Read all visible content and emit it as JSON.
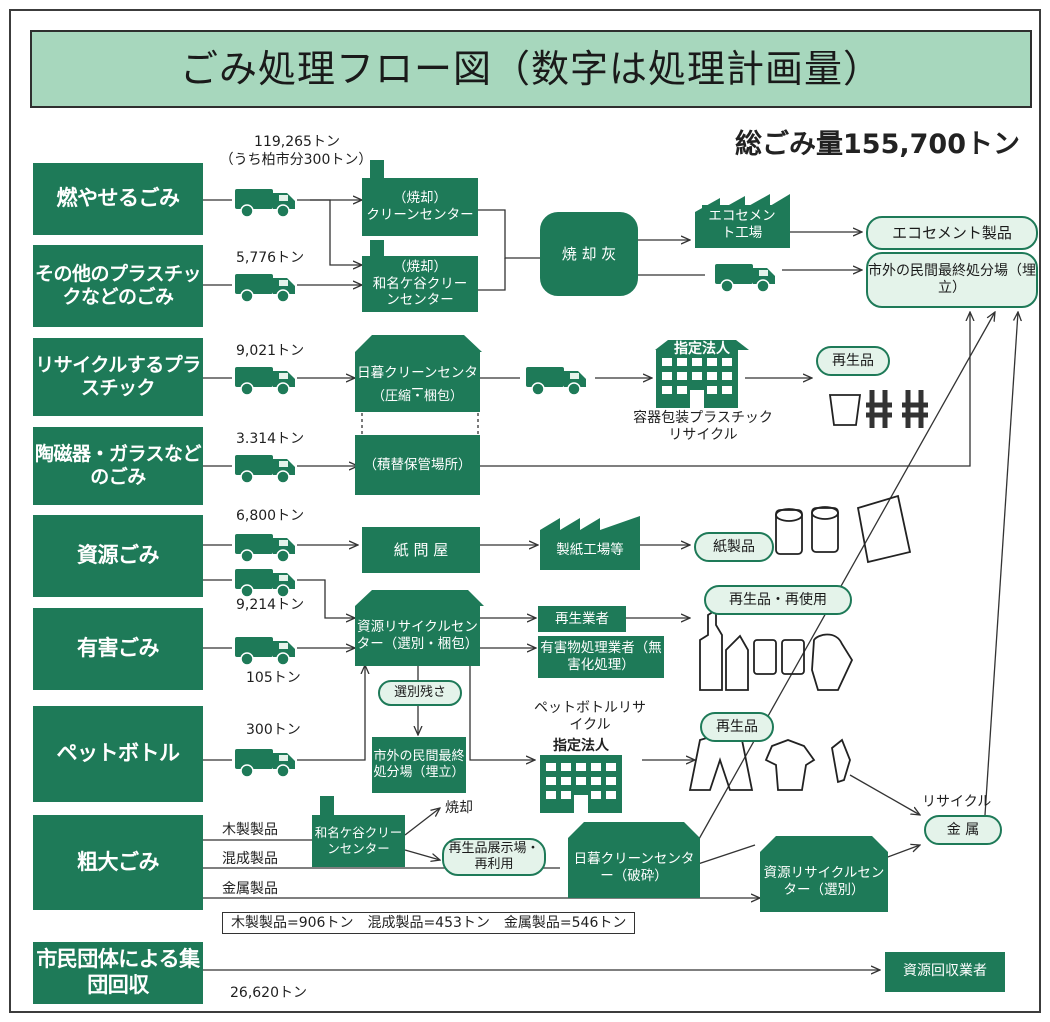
{
  "title": "ごみ処理フロー図（数字は処理計画量）",
  "total": "総ごみ量155,700トン",
  "colors": {
    "green": "#1e7a58",
    "light_green": "#a7d7bd",
    "pale_green": "#e4f3ea"
  },
  "categories": {
    "burnable": "燃やせるごみ",
    "other_plastic": "その他のプラスチックなどのごみ",
    "recycle_plastic": "リサイクルするプラスチック",
    "ceramic": "陶磁器・ガラスなどのごみ",
    "resource": "資源ごみ",
    "hazardous": "有害ごみ",
    "pet": "ペットボトル",
    "bulky": "粗大ごみ",
    "group": "市民団体による集団回収"
  },
  "amounts": {
    "burnable": "119,265トン",
    "burnable_note": "（うち柏市分300トン）",
    "other_plastic": "5,776トン",
    "recycle_plastic": "9,021トン",
    "ceramic": "3.314トン",
    "resource_a": "6,800トン",
    "resource_b": "9,214トン",
    "hazardous": "105トン",
    "pet": "300トン",
    "group": "26,620トン"
  },
  "facilities": {
    "clean_center": "（焼却）クリーンセンター",
    "clean_center_tag": "（焼却）",
    "clean_center_name": "クリーンセンター",
    "wanagaya_tag": "（焼却）",
    "wanagaya_name": "和名ケ谷クリーンセンター",
    "ash": "焼 却 灰",
    "ecocement_plant": "エコセメント工場",
    "higurashi_top": "日暮クリーンセンター",
    "higurashi_bottom": "（圧縮・梱包）",
    "designated_corp": "指定法人",
    "container_recycle": "容器包装プラスチックリサイクル",
    "storage": "（積替保管場所）",
    "paper_dealer": "紙 問 屋",
    "paper_mill": "製紙工場等",
    "resource_center": "資源リサイクルセンター（選別・梱包）",
    "recycler": "再生業者",
    "hazard_processor": "有害物処理業者（無害化処理）",
    "sorting_residue": "選別残さ",
    "landfill_outside": "市外の民間最終処分場（埋立）",
    "pet_recycle": "ペットボトルリサイクル",
    "pet_corp": "指定法人",
    "wanagaya_bulky": "和名ケ谷クリーンセンター",
    "incinerate": "焼却",
    "reuse_hall": "再生品展示場・再利用",
    "higurashi_crush": "日暮クリーンセンター（破砕）",
    "resource_center_sort": "資源リサイクルセンター（選別）",
    "collector": "資源回収業者"
  },
  "products": {
    "ecocement": "エコセメント製品",
    "landfill": "市外の民間最終処分場（埋立）",
    "recycled": "再生品",
    "paper_products": "紙製品",
    "reuse": "再生品・再使用",
    "recycled_clothes": "再生品",
    "metal_recycle": "リサイクル",
    "metal": "金 属"
  },
  "bulky": {
    "wood": "木製製品",
    "mixed": "混成製品",
    "metal": "金属製品",
    "summary": "木製製品=906トン　混成製品=453トン　金属製品=546トン"
  },
  "icons": {
    "truck": "garbage-truck-icon",
    "factory": "factory-icon",
    "building": "office-building-icon",
    "bottle": "bottle-icon",
    "can": "can-icon",
    "book": "book-icon",
    "paper_roll": "toilet-paper-icon",
    "shirt": "shirt-icon",
    "glove": "glove-icon"
  }
}
